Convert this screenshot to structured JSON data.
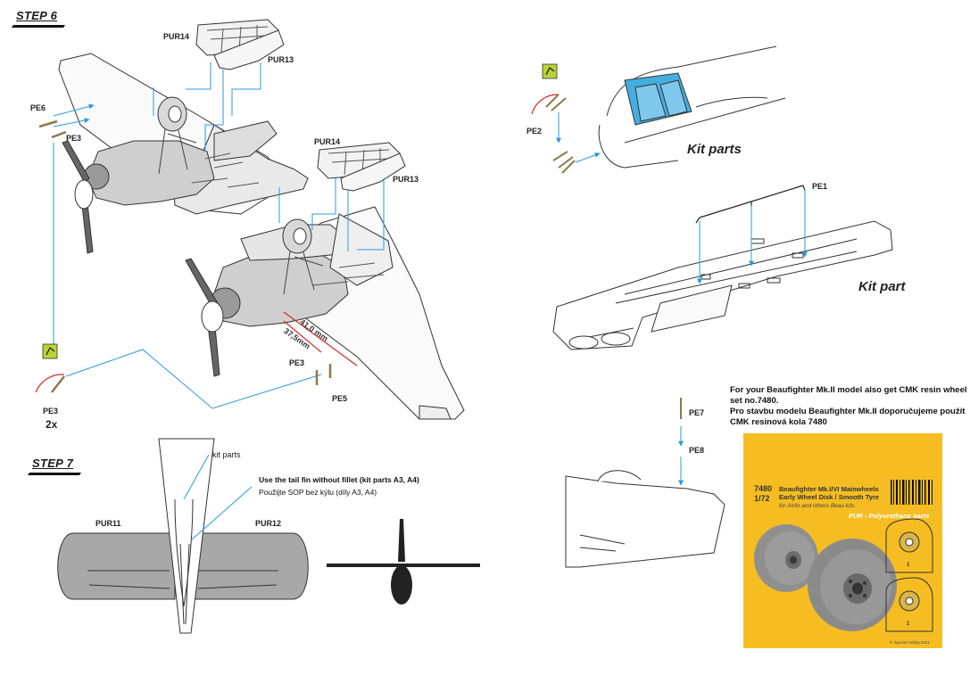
{
  "step6": {
    "title": "STEP 6"
  },
  "step7": {
    "title": "STEP 7"
  },
  "labels": {
    "pur14_top": "PUR14",
    "pur13_top": "PUR13",
    "pur14_mid": "PUR14",
    "pur13_mid": "PUR13",
    "pe6": "PE6",
    "pe3_left": "PE3",
    "pe3_bottom": "PE3",
    "pe3_qty": "2x",
    "pe3_right": "PE3",
    "pe5": "PE5",
    "dim_41": "41,0 mm",
    "dim_37": "37,5mm",
    "pe2": "PE2",
    "pe1": "PE1",
    "pe7": "PE7",
    "pe8": "PE8",
    "pur11": "PUR11",
    "pur12": "PUR12",
    "kit_parts_small": "kit parts"
  },
  "kit_parts_canopy": "Kit parts",
  "kit_part_fuselage": "Kit part",
  "tailfin_note": {
    "line1": "Use the tail fin without fillet (kit parts A3, A4)",
    "line2": "Použijte SOP bez kýlu (díly A3, A4)"
  },
  "promo_note": {
    "en_line1": "For your Beaufighter Mk.II model also get CMK resin wheel",
    "en_line2": "set no.7480.",
    "cz_line1": "Pro stavbu modelu Beaufighter Mk.II doporučujeme použít",
    "cz_line2": "CMK resinová kola 7480"
  },
  "promo_box": {
    "code": "7480",
    "scale": "1/72",
    "title_line1": "Beaufighter Mk.I/VI Mainwheels",
    "title_line2": "Early Wheel Disk / Smooth Tyre",
    "subtitle": "for Airfix and others Beau kits",
    "pur_label": "PUR - Polyurethane parts",
    "count1": "1",
    "count2": "1",
    "copyright": "© Special Hobby 2021",
    "bg_color": "#f5bd22"
  },
  "colors": {
    "leader_blue": "#2b9bd6",
    "pe_icon_green": "#b9d335",
    "red_dim": "#d42a2a",
    "grey_part": "#a8a8a8"
  }
}
